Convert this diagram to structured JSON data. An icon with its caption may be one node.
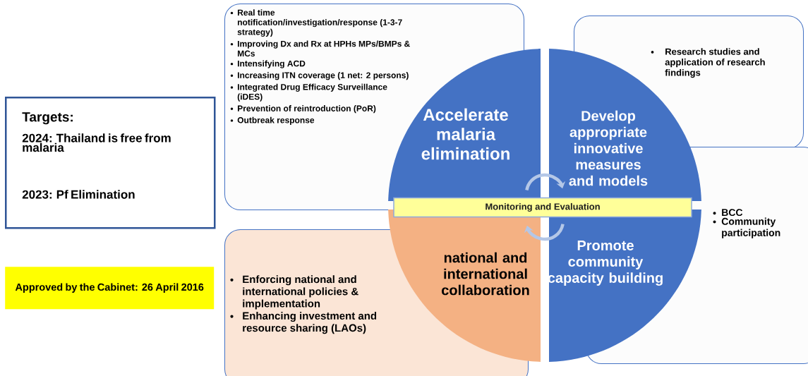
{
  "diagram": {
    "nodes": [
      {
        "text": [
          "Targets:",
          "2024: Thailand is free from malaria",
          "2023: Pf Elimination"
        ]
      },
      {
        "text": [
          "Approved by the Cabinet: 26 April 2016"
        ]
      },
      {
        "text": [
          "Real time notification/investigation/response (1-3-7 strategy)",
          "Improving Dx and Rx at HPHs MPs/BMPs & MCs",
          "Intensifying ACD",
          "Increasing ITN coverage (1 net: 2 persons)",
          "Integrated Drug Efficacy Surveillance (iDES)",
          "Prevention of reintroduction (PoR)",
          "Outbreak response"
        ]
      },
      {
        "text": [
          "Research studies and application of research findings"
        ]
      },
      {
        "text": [
          "BCC",
          "Community participation"
        ]
      },
      {
        "text": [
          "Enforcing national and international policies & implementation",
          "Enhancing investment and resource sharing (LAOs)"
        ]
      },
      {
        "text": [
          "Accelerate malaria elimination"
        ]
      },
      {
        "text": [
          "Develop appropriate innovative measures and models"
        ]
      },
      {
        "text": [
          "national and international collaboration"
        ]
      },
      {
        "text": [
          "Promote community capacity building"
        ]
      },
      {
        "text": [
          "Monitoring and Evaluation"
        ]
      }
    ],
    "edges": [
      {
        "from": 6,
        "to": 7,
        "arrow": "to"
      },
      {
        "from": 9,
        "to": 8,
        "arrow": "to"
      }
    ]
  }
}
